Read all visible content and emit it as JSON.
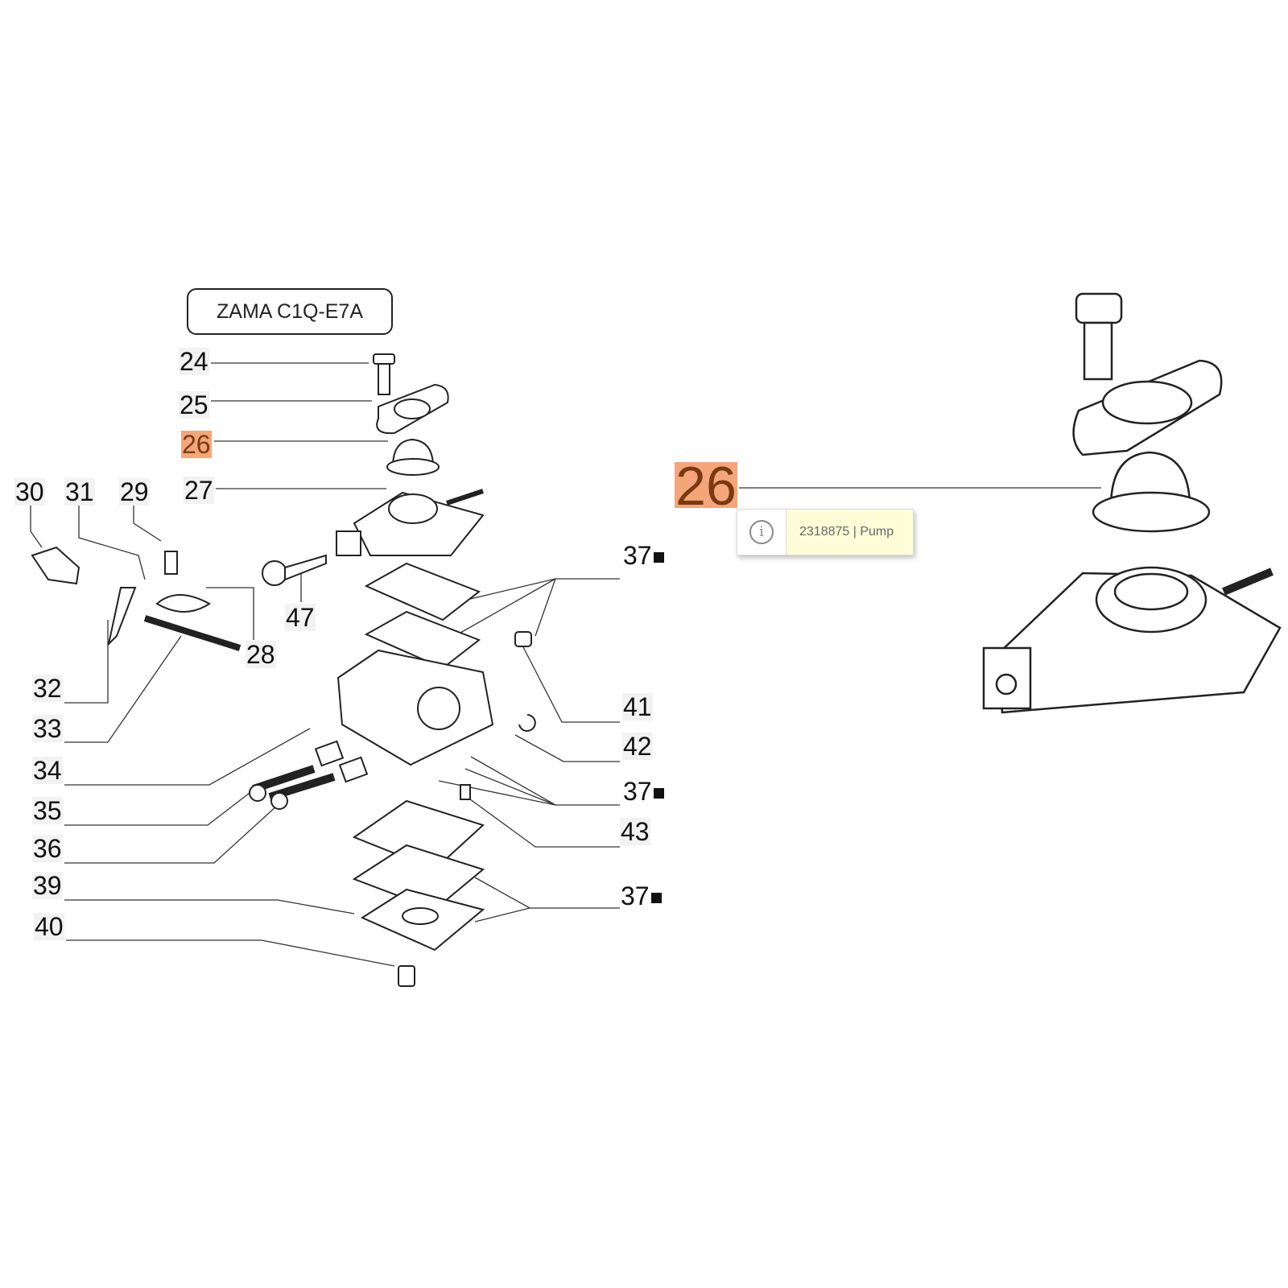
{
  "diagram": {
    "title": "ZAMA C1Q-E7A",
    "highlight_color": "#f4a57a",
    "labels": [
      {
        "id": "24",
        "text": "24"
      },
      {
        "id": "25",
        "text": "25"
      },
      {
        "id": "26",
        "text": "26",
        "highlighted": true
      },
      {
        "id": "27",
        "text": "27"
      },
      {
        "id": "30",
        "text": "30"
      },
      {
        "id": "31",
        "text": "31"
      },
      {
        "id": "29",
        "text": "29"
      },
      {
        "id": "47",
        "text": "47"
      },
      {
        "id": "28",
        "text": "28"
      },
      {
        "id": "32",
        "text": "32"
      },
      {
        "id": "33",
        "text": "33"
      },
      {
        "id": "34",
        "text": "34"
      },
      {
        "id": "35",
        "text": "35"
      },
      {
        "id": "36",
        "text": "36"
      },
      {
        "id": "39",
        "text": "39"
      },
      {
        "id": "40",
        "text": "40"
      },
      {
        "id": "37a",
        "text": "37"
      },
      {
        "id": "41",
        "text": "41"
      },
      {
        "id": "42",
        "text": "42"
      },
      {
        "id": "37b",
        "text": "37"
      },
      {
        "id": "43",
        "text": "43"
      },
      {
        "id": "37c",
        "text": "37"
      }
    ]
  },
  "detail": {
    "label": "26",
    "tooltip": {
      "icon": "info-icon",
      "text": "2318875 | Pump"
    }
  }
}
